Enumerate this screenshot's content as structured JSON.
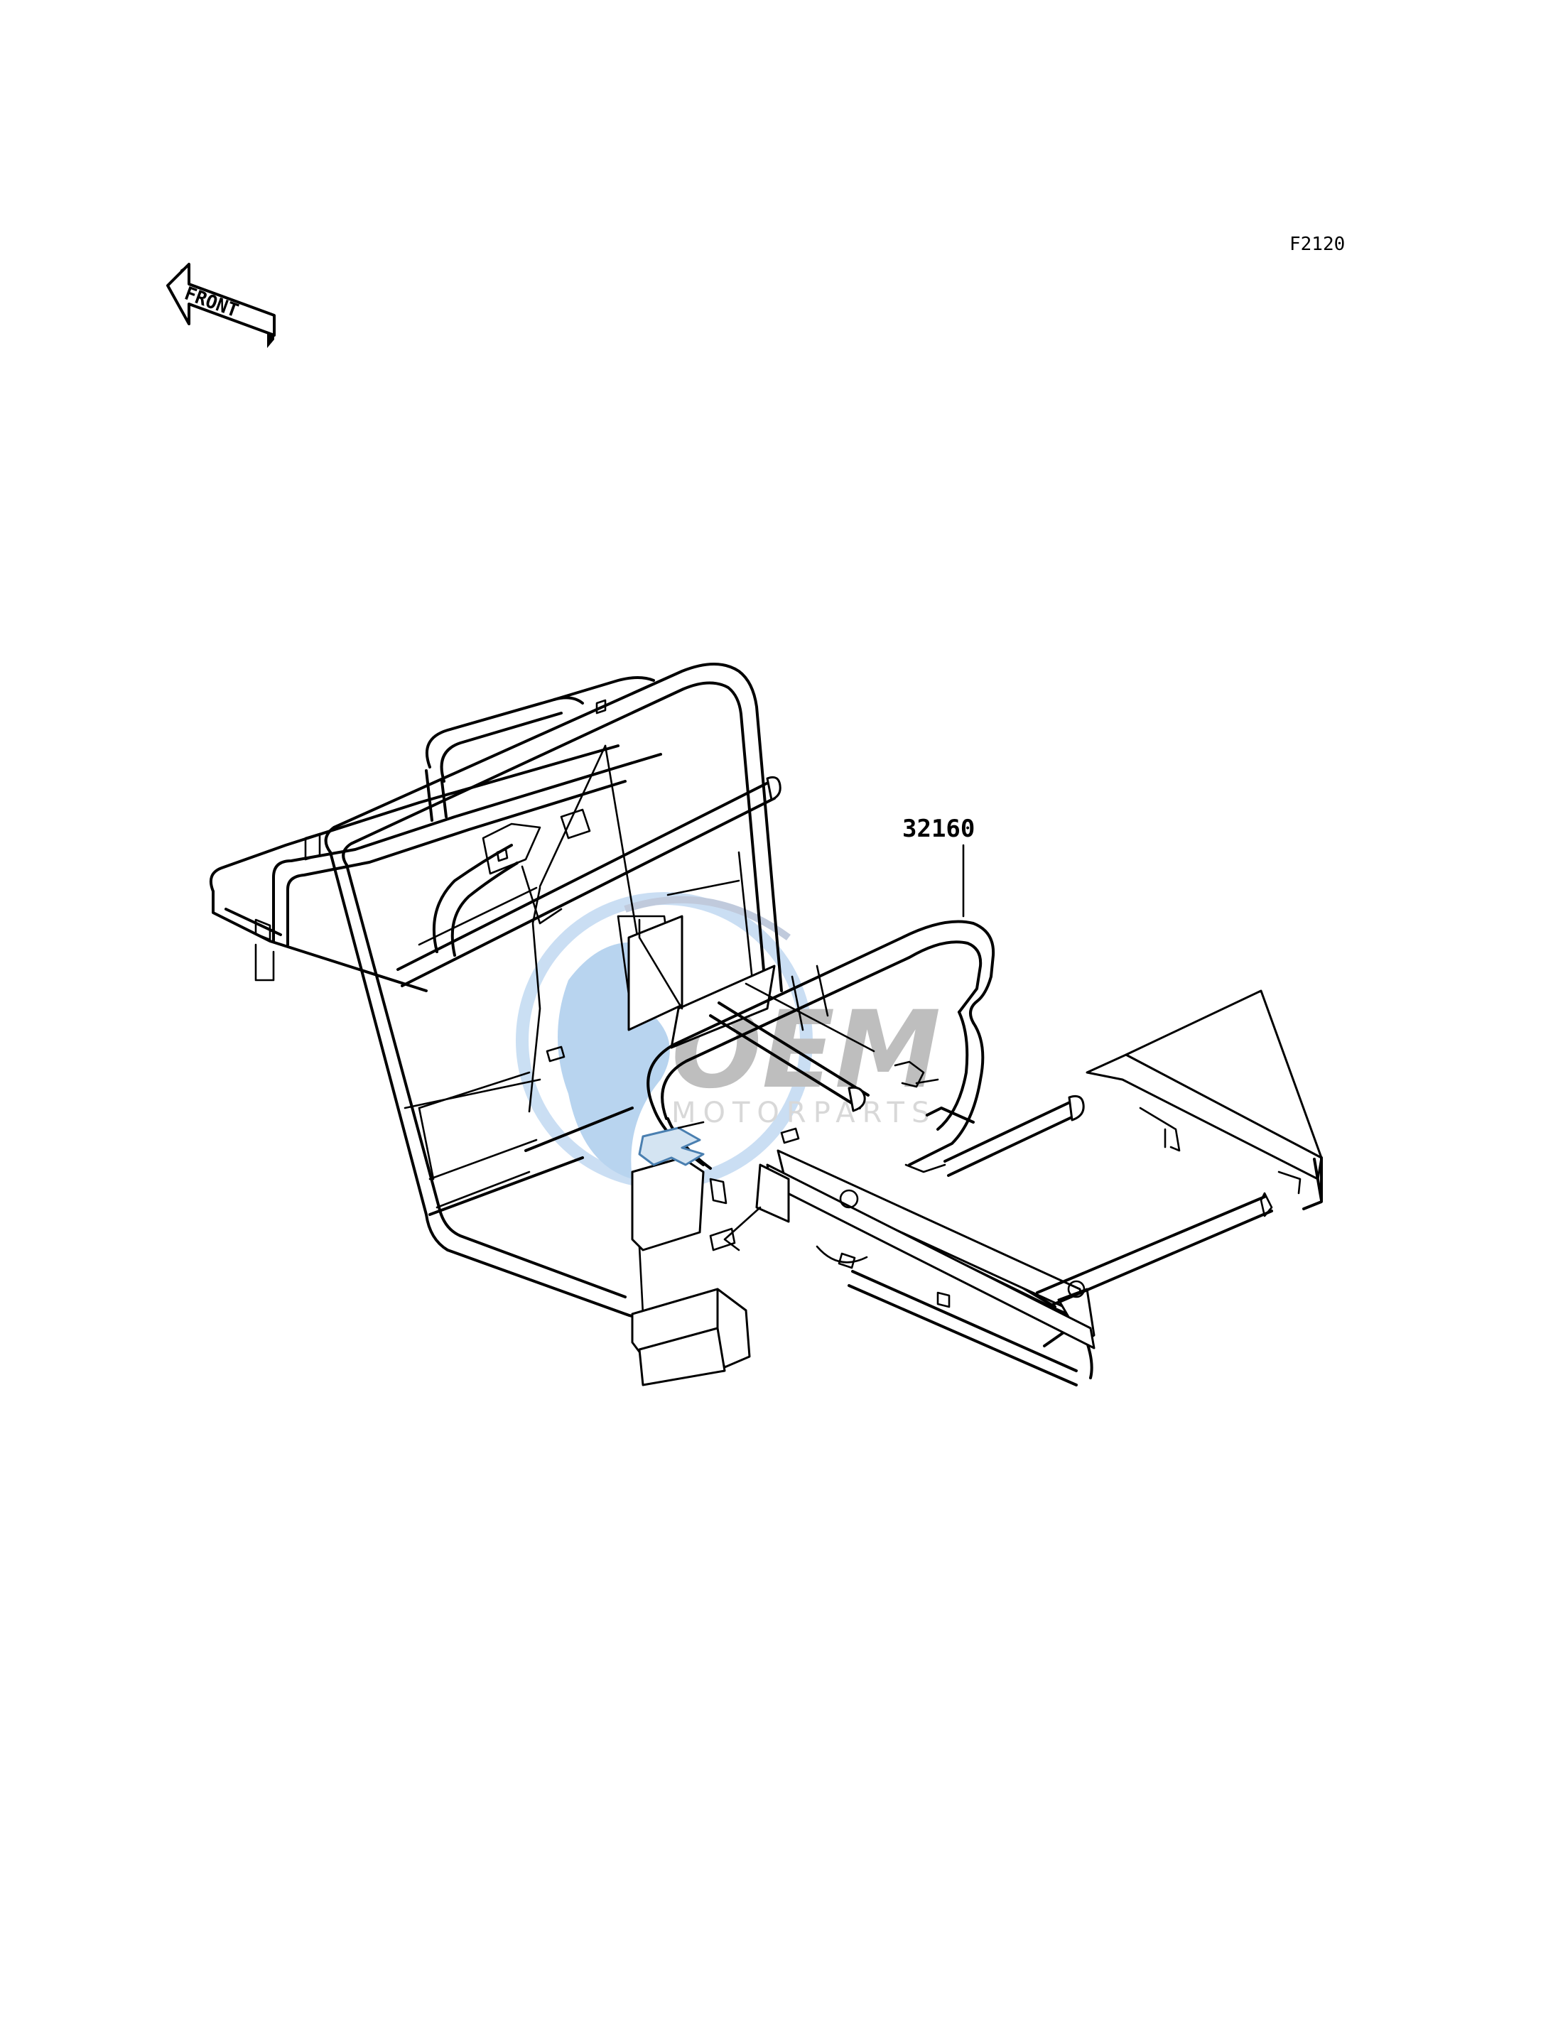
{
  "diagram": {
    "figure_code": "F2120",
    "front_label": "FRONT",
    "part_callout": "32160",
    "watermark": {
      "brand": "OEM",
      "tagline": "MOTORPARTS"
    },
    "colors": {
      "line": "#000000",
      "background": "#ffffff",
      "watermark_blue": "#2f6fb5",
      "watermark_gray": "#8a8a8a",
      "bracket_blue": "#4a7fb0"
    }
  }
}
